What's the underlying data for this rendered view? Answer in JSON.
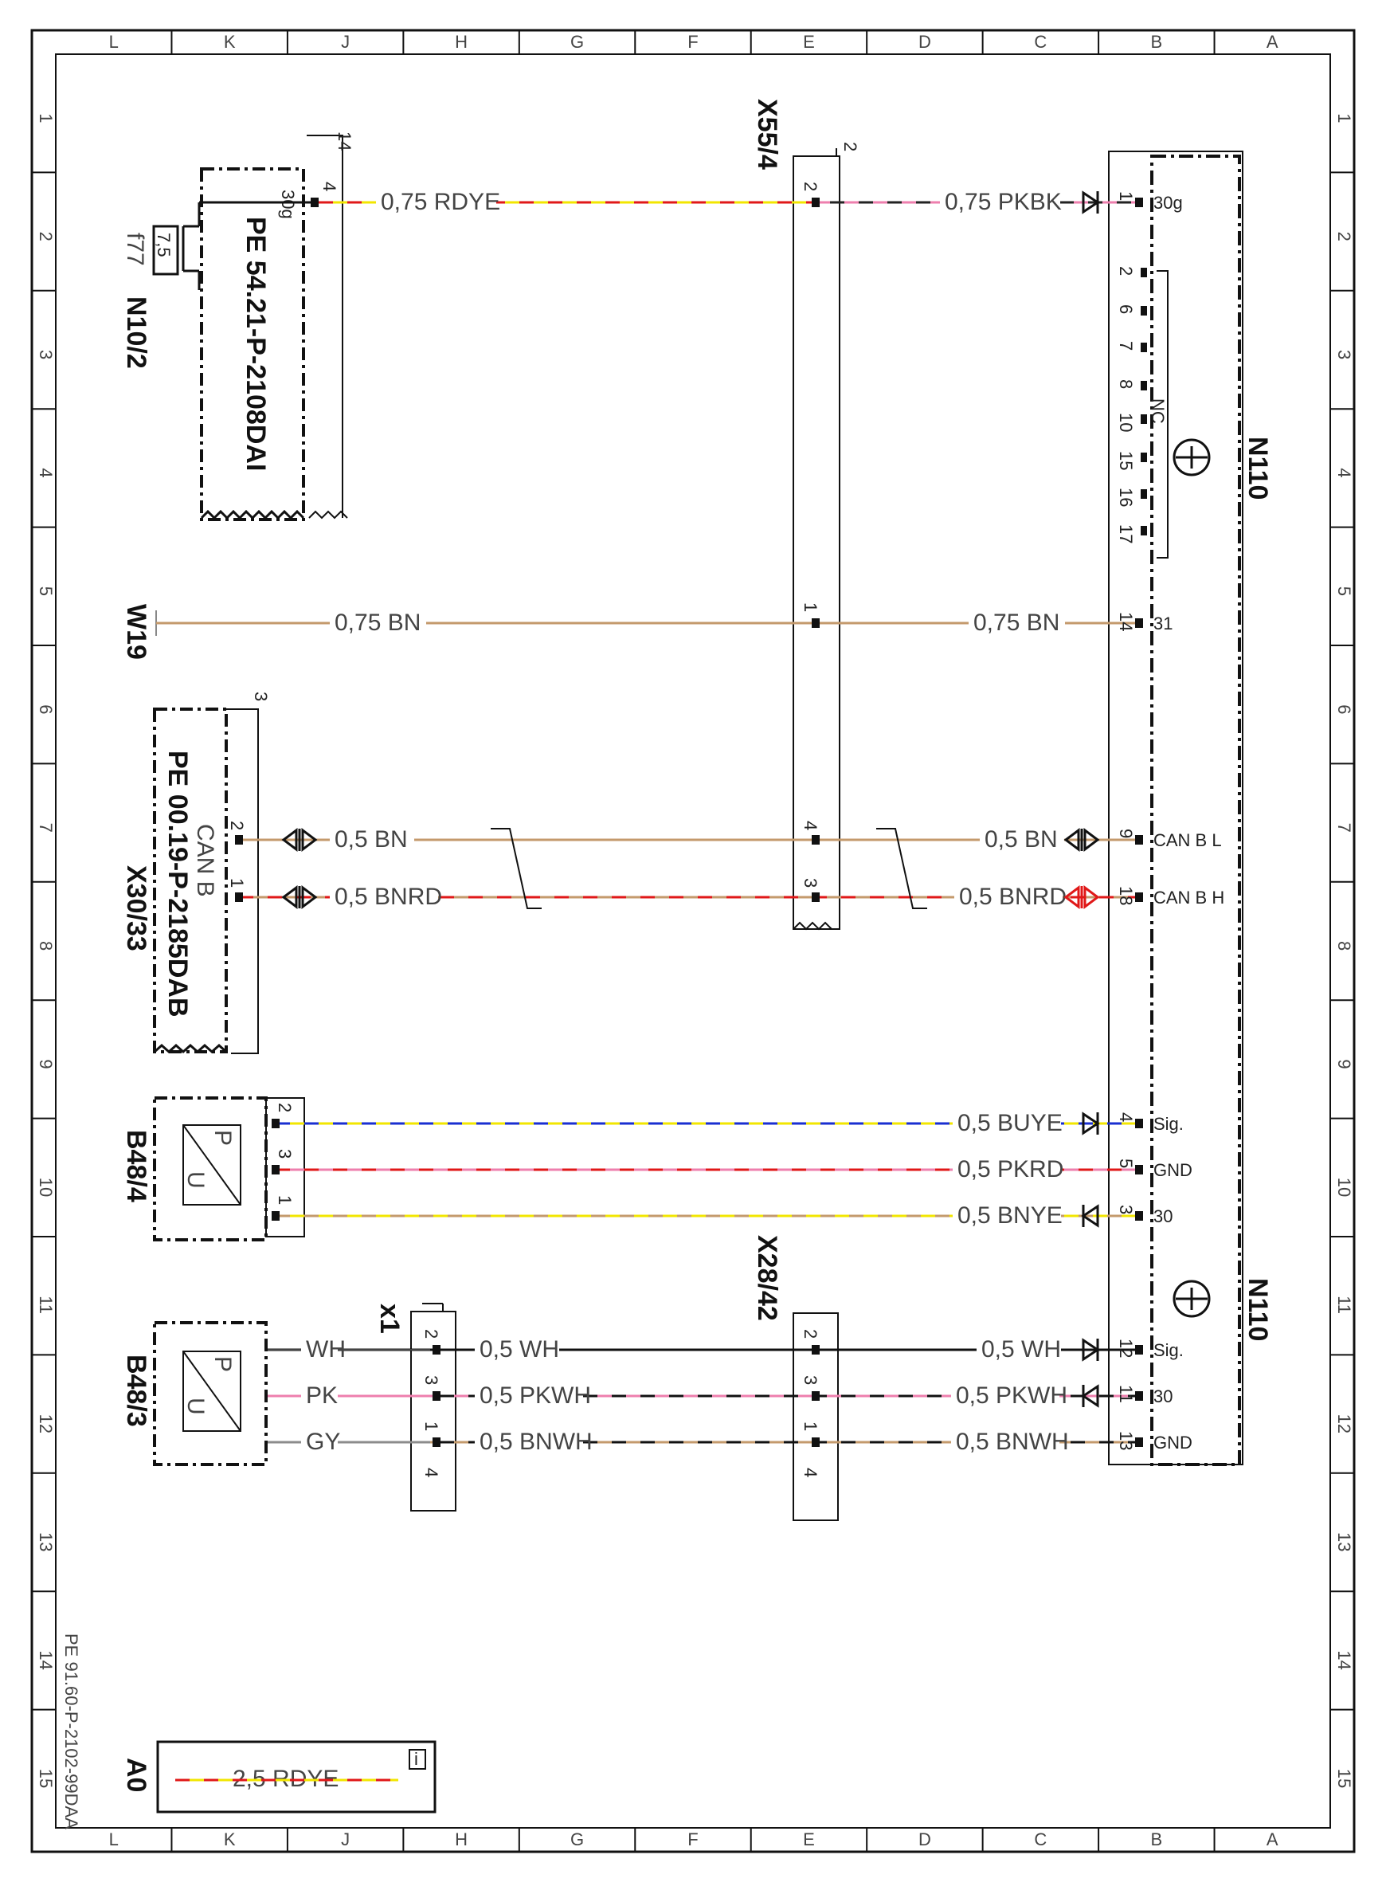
{
  "drawing": {
    "document_id": "PE 91.60-P-2102-99DAA",
    "grid_letters": [
      "L",
      "K",
      "J",
      "H",
      "G",
      "F",
      "E",
      "D",
      "C",
      "B",
      "A"
    ],
    "grid_numbers": [
      "1",
      "2",
      "3",
      "4",
      "5",
      "6",
      "7",
      "8",
      "9",
      "10",
      "11",
      "12",
      "13",
      "14",
      "15"
    ]
  },
  "colors": {
    "RD": "#e01818",
    "YE": "#f2e600",
    "PK": "#ee7fae",
    "BK": "#222222",
    "BN": "#c49a6c",
    "BU": "#1a2fd0",
    "WH": "#eeeeee",
    "GY": "#8c8c8c",
    "frame": "#111111"
  },
  "components": {
    "N10_2": {
      "id": "N10/2",
      "fuse_id": "f77",
      "fuse_rating": "7,5",
      "pin_30g": "30g",
      "pin_no": "4",
      "ref_num": "14",
      "ref_doc": "PE 54.21-P-2108DAI"
    },
    "X55_4": {
      "id": "X55/4",
      "ref_num": "2"
    },
    "W19": {
      "id": "W19"
    },
    "X30_33": {
      "id": "X30/33",
      "ref_num": "3",
      "bus_label": "CAN B",
      "ref_doc": "PE 00.19-P-2185DAB"
    },
    "B48_4": {
      "id": "B48/4",
      "p": "P",
      "u": "U"
    },
    "B48_3": {
      "id": "B48/3",
      "p": "P",
      "u": "U"
    },
    "X1": {
      "id": "x1"
    },
    "X28_42": {
      "id": "X28/42"
    },
    "N110": {
      "id": "N110",
      "nc_label": "NC",
      "nc_pins": [
        "2",
        "6",
        "7",
        "8",
        "10",
        "15",
        "16",
        "17"
      ]
    },
    "A0": {
      "id": "A0",
      "wire": "2,5 RDYE"
    }
  },
  "wires": {
    "w30g_left": "0,75 RDYE",
    "w30g_right": "0,75 PKBK",
    "w31_left": "0,75 BN",
    "w31_right": "0,75 BN",
    "wcanl_left": "0,5 BN",
    "wcanl_right": "0,5 BN",
    "wcanh_left": "0,5 BNRD",
    "wcanh_right": "0,5 BNRD",
    "w_sig_b484": "0,5 BUYE",
    "w_gnd_b484": "0,5 PKRD",
    "w_30_b484": "0,5 BNYE",
    "b483_wh": "WH",
    "b483_pk": "PK",
    "b483_gy": "GY",
    "x1_wh": "0,5 WH",
    "x1_pkwh": "0,5 PKWH",
    "x1_bnwh": "0,5 BNWH",
    "n110_wh": "0,5 WH",
    "n110_pkwh": "0,5 PKWH",
    "n110_bnwh": "0,5 BNWH"
  },
  "n110_pins": {
    "30g": {
      "num": "1",
      "name": "30g"
    },
    "31": {
      "num": "14",
      "name": "31"
    },
    "canl": {
      "num": "9",
      "name": "CAN B L"
    },
    "canh": {
      "num": "18",
      "name": "CAN B H"
    },
    "sig_a": {
      "num": "4",
      "name": "Sig."
    },
    "gnd_a": {
      "num": "5",
      "name": "GND"
    },
    "p30_a": {
      "num": "3",
      "name": "30"
    },
    "sig_b": {
      "num": "12",
      "name": "Sig."
    },
    "p30_b": {
      "num": "11",
      "name": "30"
    },
    "gnd_b": {
      "num": "13",
      "name": "GND"
    }
  },
  "pin_numbers": {
    "x55_2": "2",
    "x55_1": "1",
    "x55_4": "4",
    "x55_3": "3",
    "x30_2": "2",
    "x30_1": "1",
    "b484_2": "2",
    "b484_3": "3",
    "b484_1": "1",
    "x1_2": "2",
    "x1_3": "3",
    "x1_1": "1",
    "x1_4": "4",
    "x28_2": "2",
    "x28_3": "3",
    "x28_1": "1",
    "x28_4": "4"
  }
}
